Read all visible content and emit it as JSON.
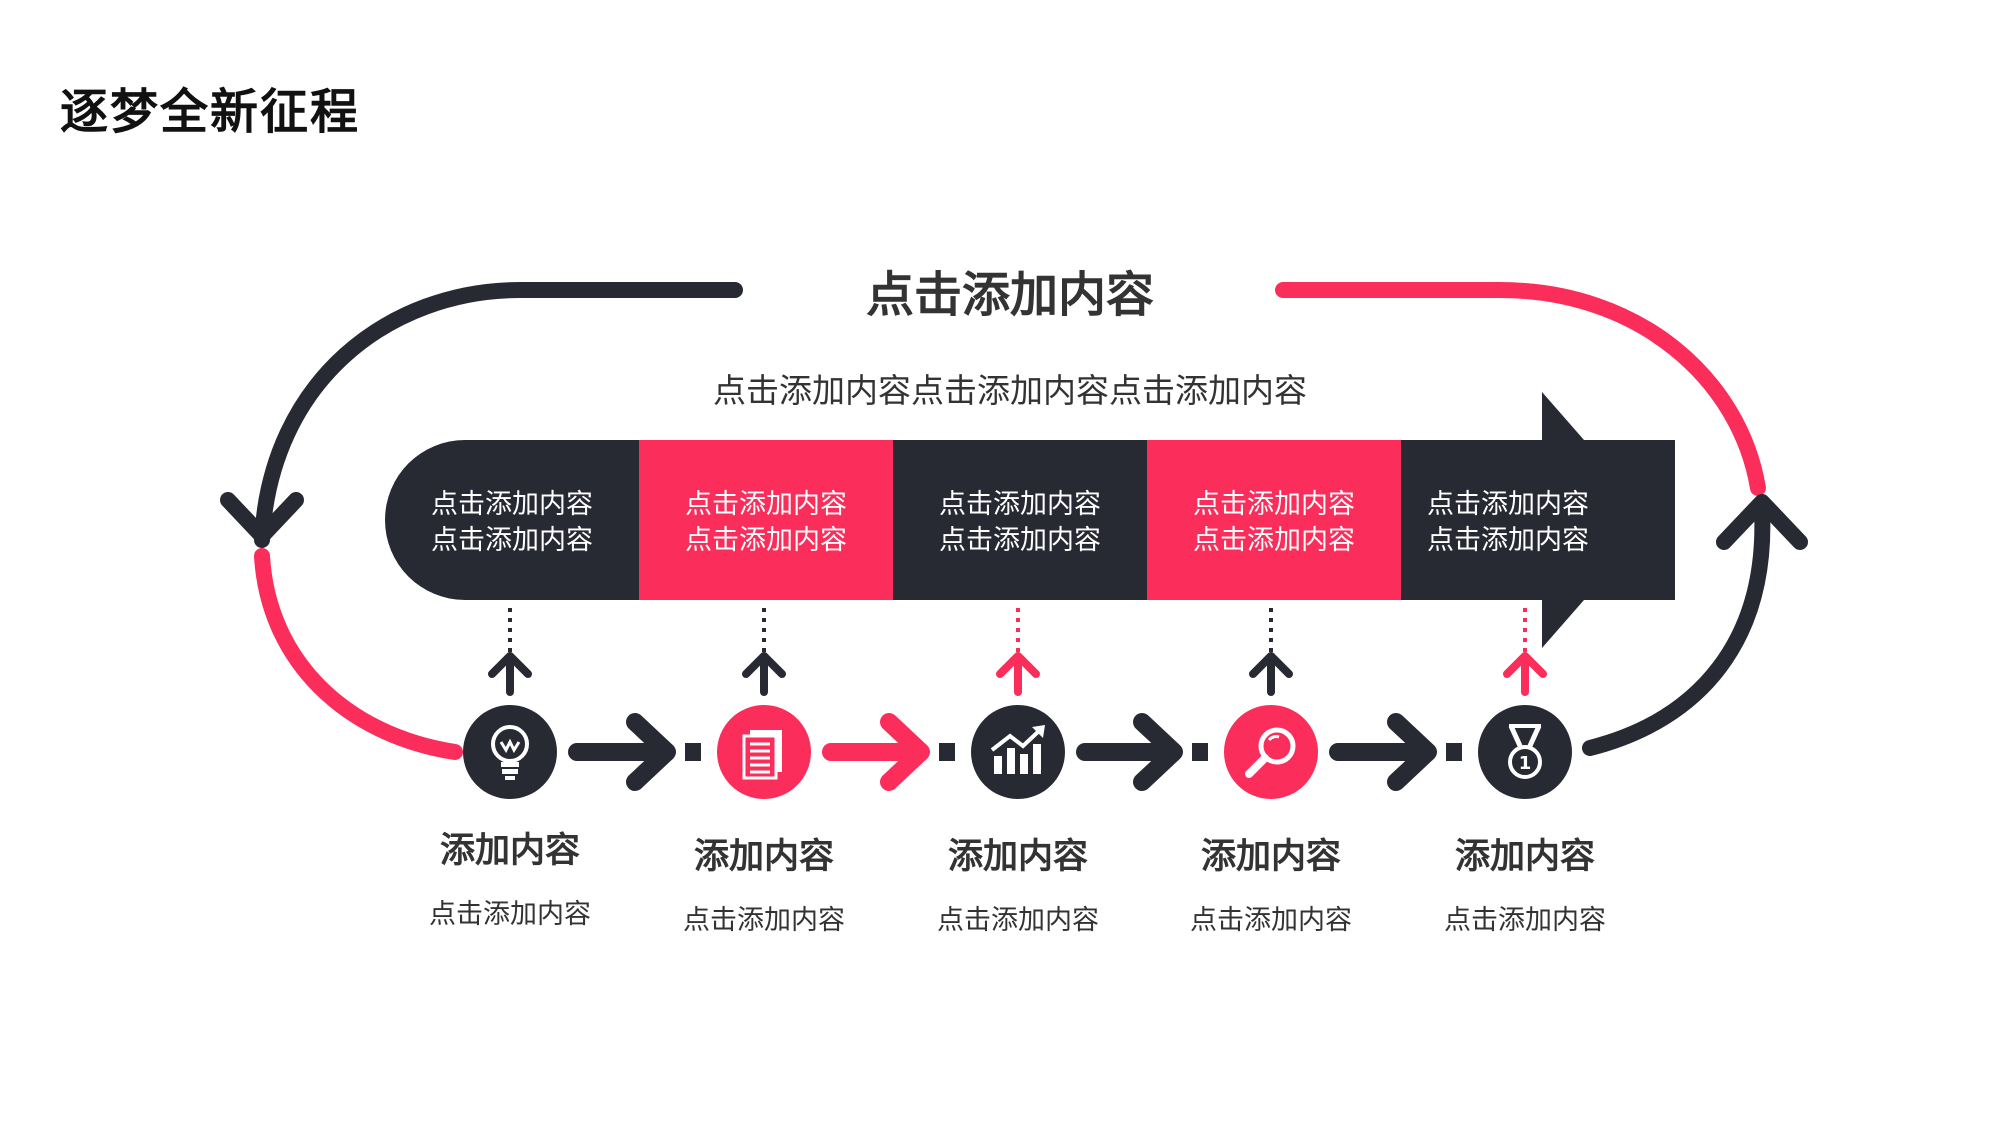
{
  "title": "逐梦全新征程",
  "headline": "点击添加内容",
  "subheadline": "点击添加内容点击添加内容点击添加内容",
  "colors": {
    "dark": "#282a33",
    "accent": "#fb2d5a"
  },
  "segments": [
    {
      "line1": "点击添加内容",
      "line2": "点击添加内容",
      "color": "dark"
    },
    {
      "line1": "点击添加内容",
      "line2": "点击添加内容",
      "color": "accent"
    },
    {
      "line1": "点击添加内容",
      "line2": "点击添加内容",
      "color": "dark"
    },
    {
      "line1": "点击添加内容",
      "line2": "点击添加内容",
      "color": "accent"
    },
    {
      "line1": "点击添加内容",
      "line2": "点击添加内容",
      "color": "dark"
    }
  ],
  "steps": [
    {
      "title": "添加内容",
      "desc": "点击添加内容",
      "icon": "lightbulb-icon",
      "color": "dark"
    },
    {
      "title": "添加内容",
      "desc": "点击添加内容",
      "icon": "document-icon",
      "color": "accent"
    },
    {
      "title": "添加内容",
      "desc": "点击添加内容",
      "icon": "growth-chart-icon",
      "color": "dark"
    },
    {
      "title": "添加内容",
      "desc": "点击添加内容",
      "icon": "magnifier-icon",
      "color": "accent"
    },
    {
      "title": "添加内容",
      "desc": "点击添加内容",
      "icon": "medal-icon",
      "color": "dark"
    }
  ]
}
